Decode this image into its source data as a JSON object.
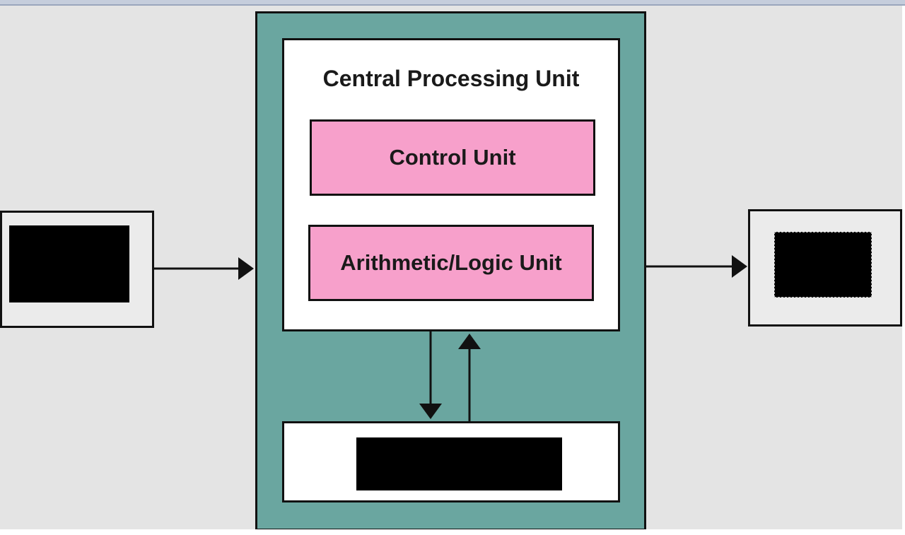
{
  "diagram": {
    "cpu_title": "Central Processing Unit",
    "control_unit_label": "Control Unit",
    "alu_label": "Arithmetic/Logic Unit",
    "input_label": "",
    "output_label": "",
    "memory_label": ""
  },
  "colors": {
    "background": "#e4e4e4",
    "case": "#6aa6a0",
    "unit_fill": "#f7a0cb",
    "border": "#111111"
  },
  "icons": [
    "arrow-right-icon",
    "arrow-down-icon",
    "arrow-up-icon"
  ]
}
